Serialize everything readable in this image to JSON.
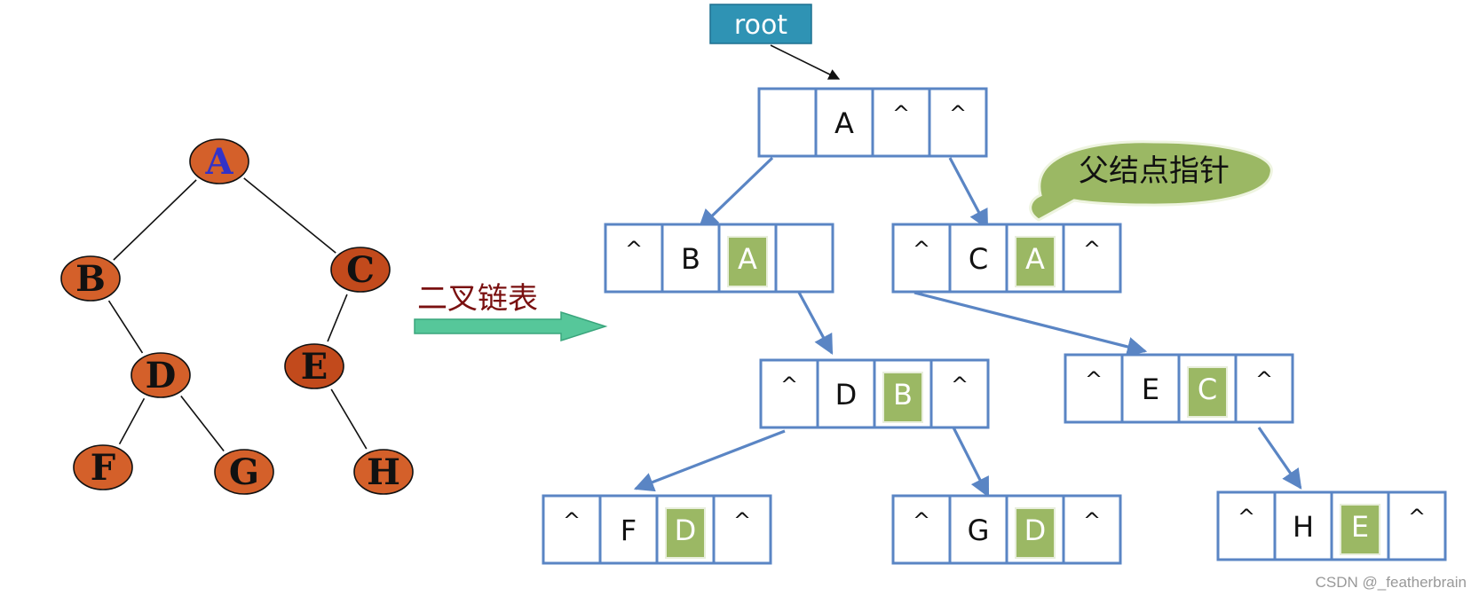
{
  "colors": {
    "tree_node_fill": "#d4602a",
    "tree_node_fill_dark": "#c24a1c",
    "tree_root_letter": "#3232c8",
    "tree_letter": "#111111",
    "cell_border": "#5a85c4",
    "parent_cell_fill": "#9bb864",
    "arrow": "#5a85c4",
    "callout_fill": "#9bb864",
    "root_label_fill": "#2f93b4",
    "label_text": "#7a1010",
    "big_arrow_fill": "#56c79a"
  },
  "tree": {
    "nodes": [
      {
        "id": "A",
        "label": "A"
      },
      {
        "id": "B",
        "label": "B"
      },
      {
        "id": "C",
        "label": "C"
      },
      {
        "id": "D",
        "label": "D"
      },
      {
        "id": "E",
        "label": "E"
      },
      {
        "id": "F",
        "label": "F"
      },
      {
        "id": "G",
        "label": "G"
      },
      {
        "id": "H",
        "label": "H"
      }
    ],
    "edges": [
      [
        "A",
        "B"
      ],
      [
        "A",
        "C"
      ],
      [
        "B",
        "D"
      ],
      [
        "C",
        "E"
      ],
      [
        "D",
        "F"
      ],
      [
        "D",
        "G"
      ],
      [
        "E",
        "H"
      ]
    ]
  },
  "transform_label": "二叉链表",
  "root_label": "root",
  "callout_label": "父结点指针",
  "null_symbol": "^",
  "linked_nodes": [
    {
      "id": "A",
      "cells": [
        "",
        "A",
        "^",
        "^"
      ],
      "parent_index": -1
    },
    {
      "id": "B",
      "cells": [
        "^",
        "B",
        "A",
        ""
      ],
      "parent_index": 2
    },
    {
      "id": "C",
      "cells": [
        "^",
        "C",
        "A",
        "^"
      ],
      "parent_index": 2
    },
    {
      "id": "D",
      "cells": [
        "^",
        "D",
        "B",
        "^"
      ],
      "parent_index": 2
    },
    {
      "id": "E",
      "cells": [
        "^",
        "E",
        "C",
        "^"
      ],
      "parent_index": 2
    },
    {
      "id": "F",
      "cells": [
        "^",
        "F",
        "D",
        "^"
      ],
      "parent_index": 2
    },
    {
      "id": "G",
      "cells": [
        "^",
        "G",
        "D",
        "^"
      ],
      "parent_index": 2
    },
    {
      "id": "H",
      "cells": [
        "^",
        "H",
        "E",
        "^"
      ],
      "parent_index": 2
    }
  ],
  "watermark": "CSDN @_featherbrain"
}
